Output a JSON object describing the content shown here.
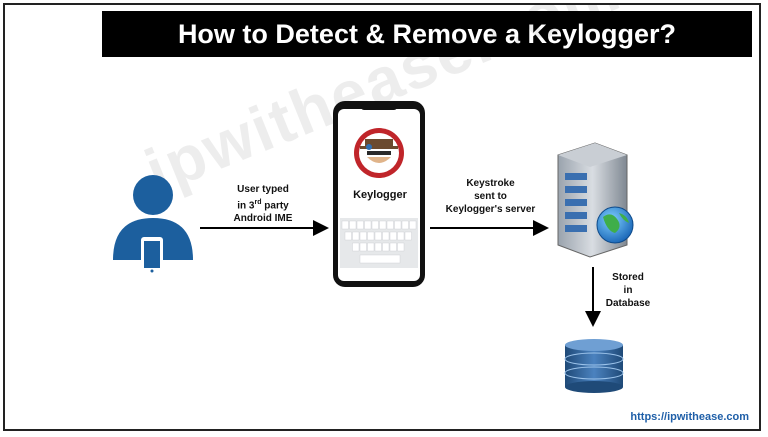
{
  "title": "How to Detect & Remove a Keylogger?",
  "labels": {
    "user_typed_1": "User typed",
    "user_typed_2_pre": "in 3",
    "user_typed_2_sup": "rd",
    "user_typed_2_post": " party",
    "user_typed_3": "Android IME",
    "keystroke_1": "Keystroke",
    "keystroke_2": "sent to",
    "keystroke_3": "Keylogger's server",
    "stored_1": "Stored",
    "stored_2": "in",
    "stored_3": "Database",
    "phone_title": "Keylogger"
  },
  "watermark": "ipwithease.com",
  "footer_url": "https://ipwithease.com",
  "icons": {
    "user": "user-with-phone-icon",
    "phone": "smartphone-icon",
    "server": "server-globe-icon",
    "database": "database-icon",
    "spy": "spy-badge-icon"
  },
  "colors": {
    "user_blue": "#1c5f9e",
    "title_bg": "#000000",
    "url_blue": "#1f5fa8",
    "db_blue": "#2e5c8f",
    "badge_red": "#c0252a"
  }
}
